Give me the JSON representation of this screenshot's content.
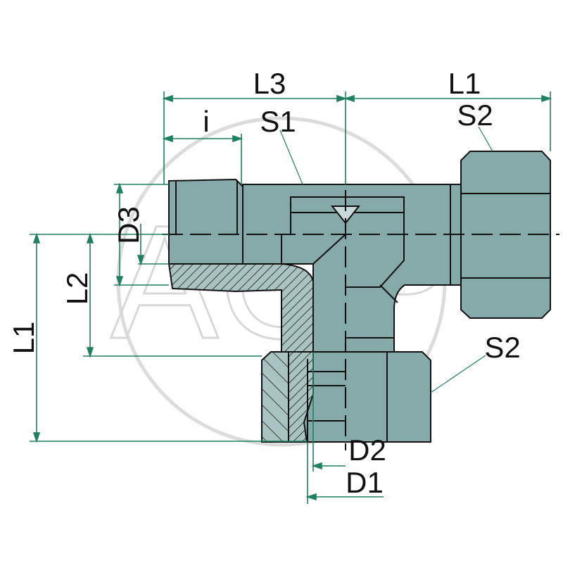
{
  "watermark": {
    "text": "AGP"
  },
  "colors": {
    "body": "#86a9a9",
    "section": "#a9c2c2",
    "dimension": "#1f7f62",
    "outline": "#111111",
    "watermark": "#d8d8d8"
  },
  "labels": {
    "L3": "L3",
    "L1_top": "L1",
    "i": "i",
    "S1": "S1",
    "S2_top": "S2",
    "D3": "D3",
    "L2": "L2",
    "L1_left": "L1",
    "S2_right": "S2",
    "D2": "D2",
    "D1": "D1"
  }
}
